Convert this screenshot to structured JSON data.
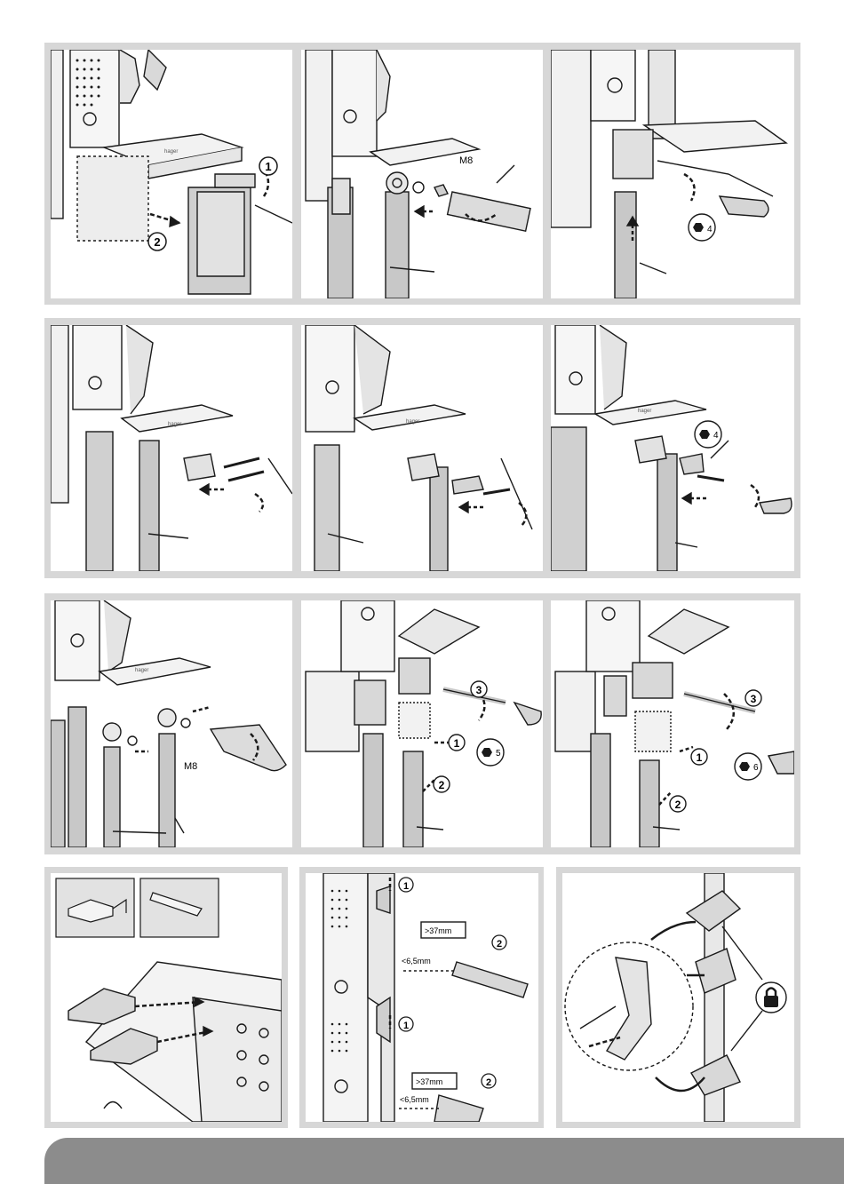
{
  "colors": {
    "frame": "#d7d7d7",
    "footer": "#8c8c8c",
    "line": "#1a1a1a",
    "metal": "#c8c8c8",
    "brand_label": "#ffffff"
  },
  "labels": {
    "brand": "hager",
    "m8": "M8",
    "hex4": "4",
    "hex5": "5",
    "hex6": "6",
    "dim_min": ">37mm",
    "dim_max": "<6,5mm"
  },
  "steps": {
    "one": "1",
    "two": "2",
    "three": "3"
  },
  "icons": {
    "lock": "lock-icon",
    "hex_key": "hex-key-icon",
    "rotation": "rotation-arrow-icon",
    "push": "push-arrow-icon"
  }
}
